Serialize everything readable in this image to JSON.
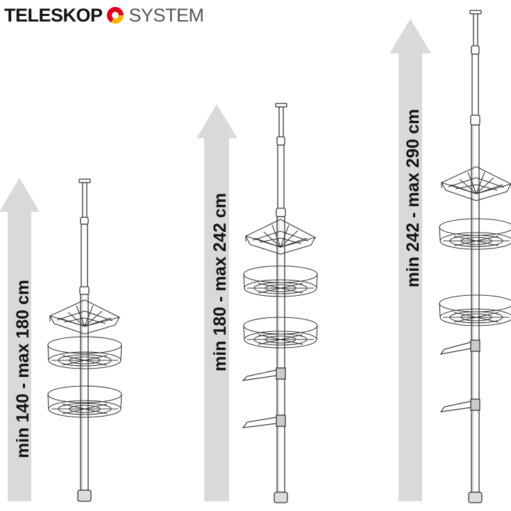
{
  "brand": {
    "word_left": "TELESKOP",
    "word_right": "SYSTEM",
    "mark_colors": [
      "#e2001a",
      "#f7b500",
      "#e2001a"
    ]
  },
  "variants": [
    {
      "range_label": "min 140 - max 180 cm",
      "arrow_color": "#d9d9d9"
    },
    {
      "range_label": "min 180 - max 242 cm",
      "arrow_color": "#d9d9d9"
    },
    {
      "range_label": "min 242 - max 290 cm",
      "arrow_color": "#d9d9d9"
    }
  ]
}
